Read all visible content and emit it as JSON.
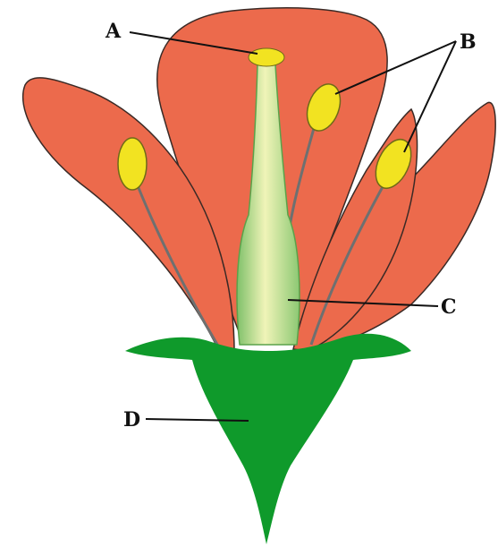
{
  "labels": {
    "a": "A",
    "b": "B",
    "c": "C",
    "d": "D"
  },
  "colors": {
    "petal": "#ec6a4c",
    "petal_outline": "#3a2a26",
    "sepal": "#0f9a2b",
    "anther": "#f2e321",
    "anther_outline": "#6f6a18",
    "filament": "#6e7070",
    "pistil_light": "#f0f4b8",
    "pistil_mid": "#bde3a0",
    "pistil_dark": "#7fc06a"
  }
}
